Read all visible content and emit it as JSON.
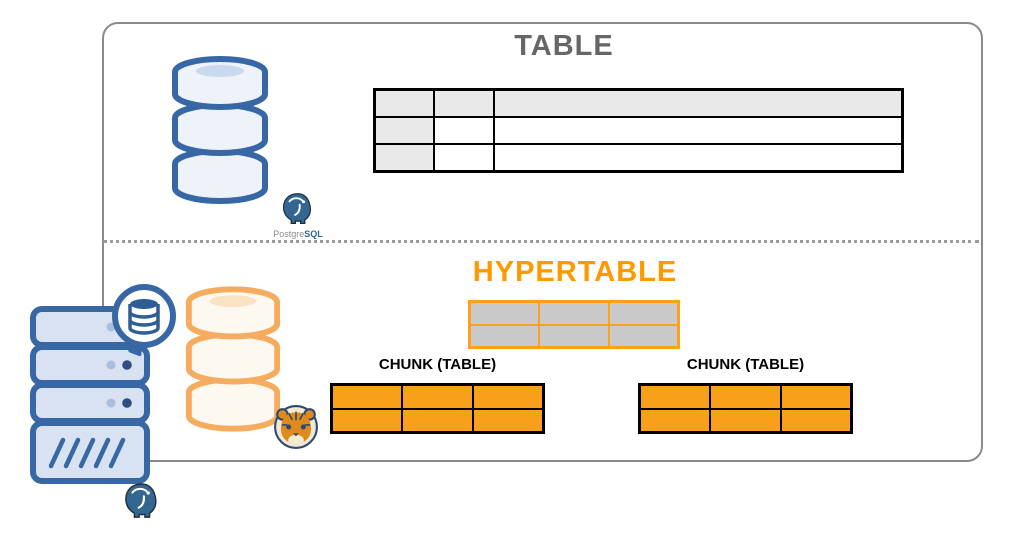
{
  "diagram": {
    "top_section": {
      "title": "TABLE",
      "title_color": "#666666",
      "postgres_logo": {
        "text_gray": "Postgre",
        "text_blue": "SQL"
      }
    },
    "bottom_section": {
      "title": "HYPERTABLE",
      "title_color": "#FF9900",
      "chunk_left_label": "CHUNK (TABLE)",
      "chunk_right_label": "CHUNK (TABLE)"
    },
    "tables": {
      "postgres_table": {
        "rows": 3,
        "cols": 3,
        "col_widths": [
          "59px",
          "60px",
          "1fr"
        ],
        "shaded_fill": "#E9E9E9",
        "body_fill": "#FFFFFF",
        "border_color": "#000000"
      },
      "hypertable_grid": {
        "rows": 2,
        "cols": 3,
        "cell_fill": "#C9C9C9",
        "border_color": "#FFA019"
      },
      "chunk_left_grid": {
        "rows": 2,
        "cols": 3,
        "cell_fill": "#F9A01B",
        "border_color": "#000000"
      },
      "chunk_right_grid": {
        "rows": 2,
        "cols": 3,
        "cell_fill": "#F9A01B",
        "border_color": "#000000"
      }
    },
    "colors": {
      "frame_border": "#8A8A8A",
      "divider": "#9A9A9A",
      "postgres_blue": "#3767A4",
      "postgres_logo_blue": "#336791",
      "timescale_orange": "#FF9900",
      "chunk_orange": "#F9A01B",
      "gray_cell": "#C9C9C9"
    },
    "icons": [
      "database-cylinder-icon (blue)",
      "postgresql-elephant-icon",
      "database-cylinder-icon (orange)",
      "timescale-tiger-icon",
      "server-rack-icon",
      "database-badge-icon"
    ]
  }
}
